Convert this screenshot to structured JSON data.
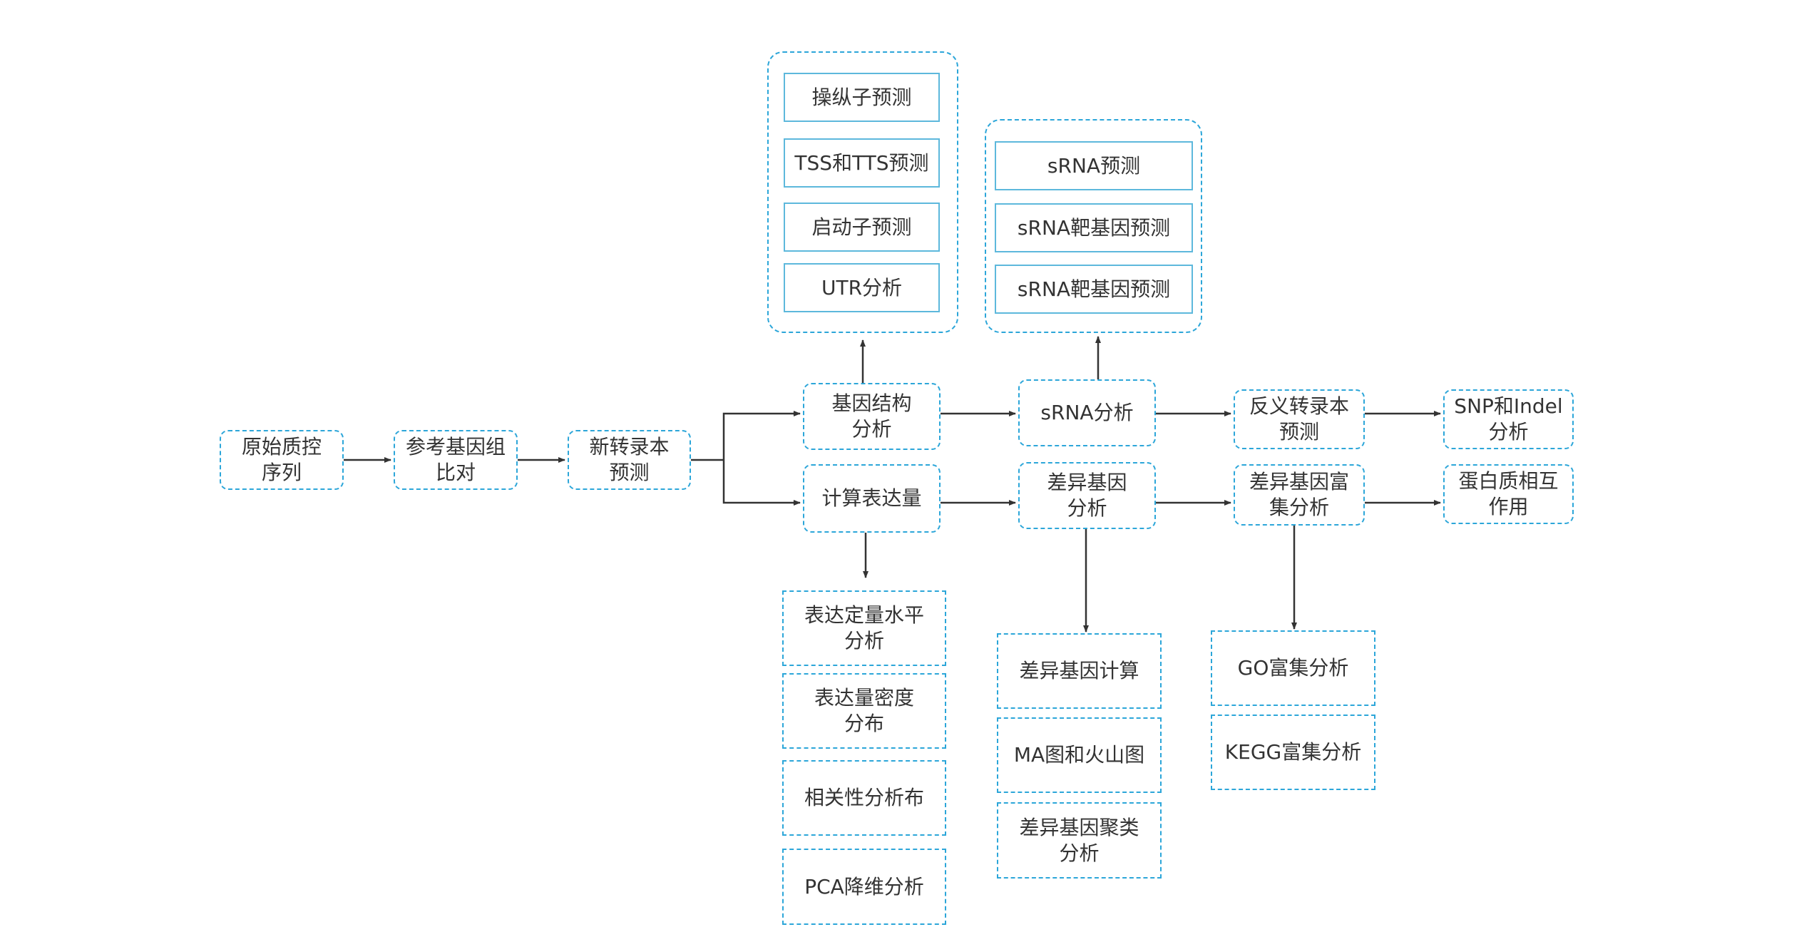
{
  "colors": {
    "border": "#2ca6d9",
    "inner_border": "#5db8dc",
    "arrow": "#333333",
    "text": "#333333"
  },
  "nodes": {
    "raw_qc": "原始质控\n序列",
    "ref_align": "参考基因组\n比对",
    "new_transcript": "新转录本\n预测",
    "gene_structure": "基因结构\n分析",
    "expression": "计算表达量",
    "srna_analysis": "sRNA分析",
    "diff_gene": "差异基因\n分析",
    "antisense": "反义转录本\n预测",
    "diff_enrich": "差异基因富\n集分析",
    "snp_indel": "SNP和Indel\n分析",
    "protein_interaction": "蛋白质相互\n作用"
  },
  "structure_group": [
    "操纵子预测",
    "TSS和TTS预测",
    "启动子预测",
    "UTR分析"
  ],
  "srna_group": [
    "sRNA预测",
    "sRNA靶基因预测",
    "sRNA靶基因预测"
  ],
  "expression_list": [
    "表达定量水平\n分析",
    "表达量密度\n分布",
    "相关性分析布",
    "PCA降维分析"
  ],
  "diff_list": [
    "差异基因计算",
    "MA图和火山图",
    "差异基因聚类\n分析"
  ],
  "enrich_list": [
    "GO富集分析",
    "KEGG富集分析"
  ]
}
